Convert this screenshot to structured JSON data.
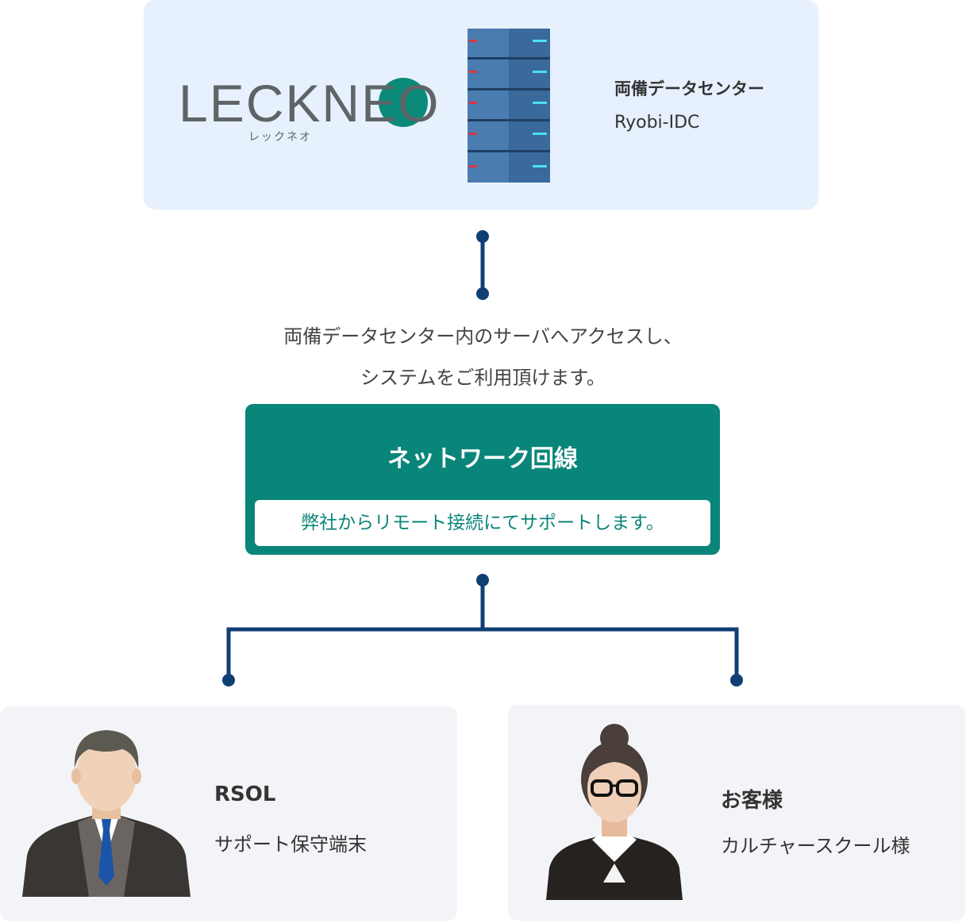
{
  "datacenter": {
    "logo_text": "LECKNEO",
    "logo_subtext": "レックネオ",
    "name": "両備データセンター",
    "subname": "Ryobi-IDC"
  },
  "description": {
    "line1": "両備データセンター内のサーバへアクセスし、",
    "line2": "システムをご利用頂けます。"
  },
  "network": {
    "title": "ネットワーク回線",
    "note": "弊社からリモート接続にてサポートします。"
  },
  "support": {
    "title": "RSOL",
    "subtitle": "サポート保守端末"
  },
  "customer": {
    "title": "お客様",
    "subtitle": "カルチャースクール様"
  },
  "colors": {
    "panel_top": "#e6f1fd",
    "panel_bottom": "#f3f4f7",
    "network_green": "#0a857a",
    "connector_navy": "#103f74",
    "logo_gray": "#5f6467",
    "logo_teal": "#0b8a7a",
    "server_blue": "#3d6d9e"
  }
}
